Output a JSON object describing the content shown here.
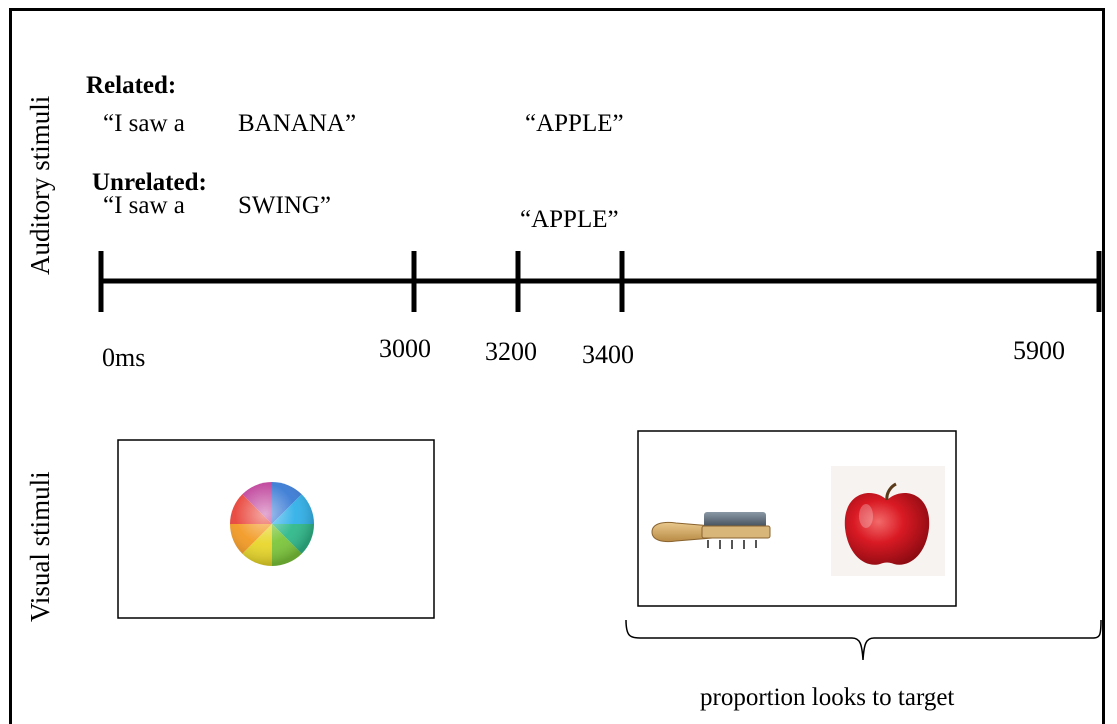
{
  "section_labels": {
    "auditory": "Auditory stimuli",
    "visual": "Visual stimuli"
  },
  "conditions": [
    {
      "heading": "Related:",
      "sentence_start": "“I saw a",
      "prime_word": "BANANA”",
      "target_word": "“APPLE”"
    },
    {
      "heading": "Unrelated:",
      "sentence_start": "“I saw a",
      "prime_word": "SWING”",
      "target_word": "“APPLE”"
    }
  ],
  "timeline": {
    "ticks": [
      "0ms",
      "3000",
      "3200",
      "3400",
      "5900"
    ]
  },
  "visual_panels": {
    "fixation_icon": "spinning-color-wheel-icon",
    "objects": [
      "brush-icon",
      "apple-icon"
    ]
  },
  "brace_label": "proportion looks to target"
}
